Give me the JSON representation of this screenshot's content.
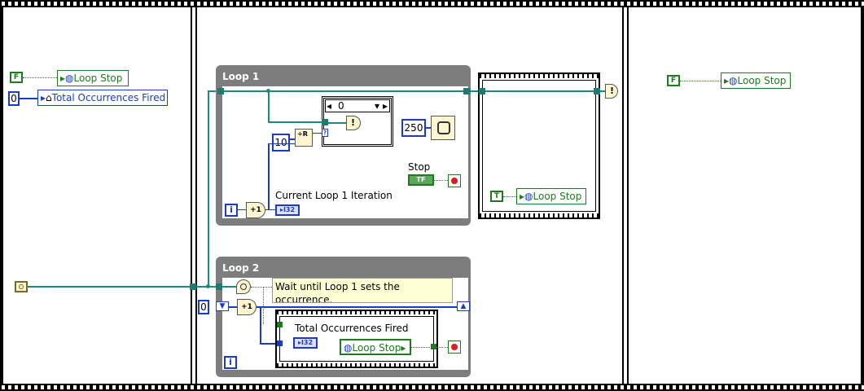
{
  "frame1": {
    "false_const": "F",
    "loop_stop_label": "Loop Stop",
    "zero_const": "0",
    "total_label": "Total Occurrences Fired"
  },
  "loop1": {
    "title": "Loop 1",
    "case_value": "0",
    "ten_const": "10",
    "wait_const": "250",
    "stop_label": "Stop",
    "stop_tf": "TF",
    "iteration_label": "Current Loop 1 Iteration",
    "iter_term": "i",
    "i32": "I32",
    "plus_one": "+1"
  },
  "middle_frame": {
    "true_const": "T",
    "loop_stop_label": "Loop Stop"
  },
  "loop2": {
    "title": "Loop 2",
    "comment": "Wait until Loop 1 sets the occurrence.",
    "zero_const": "0",
    "total_label": "Total Occurrences Fired",
    "loop_stop_label": "Loop Stop",
    "iter_term": "i",
    "i32": "I32",
    "plus_one": "+1"
  },
  "frame3": {
    "false_const": "F",
    "loop_stop_label": "Loop Stop"
  },
  "colors": {
    "boolean": "#1f7a1f",
    "numeric": "#1d3bbf",
    "refnum": "#1e8a7e",
    "loop": "#7d7d7d"
  }
}
